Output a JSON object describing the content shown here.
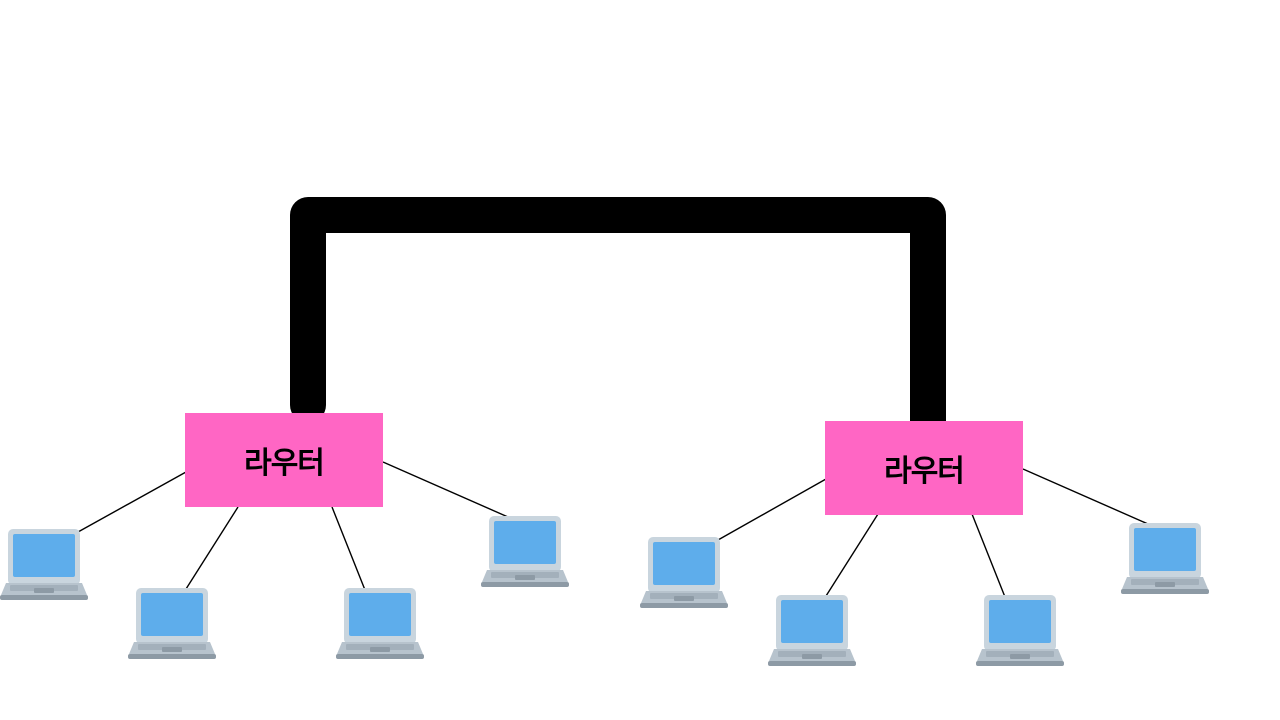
{
  "diagram": {
    "routers": [
      {
        "id": "router-left",
        "label": "라우터"
      },
      {
        "id": "router-right",
        "label": "라우터"
      }
    ],
    "laptop_icon": "laptop-icon",
    "colors": {
      "router_fill": "#ff66c4",
      "backbone": "#000000",
      "laptop_screen": "#5eadeb",
      "laptop_body": "#c9d5de"
    }
  }
}
